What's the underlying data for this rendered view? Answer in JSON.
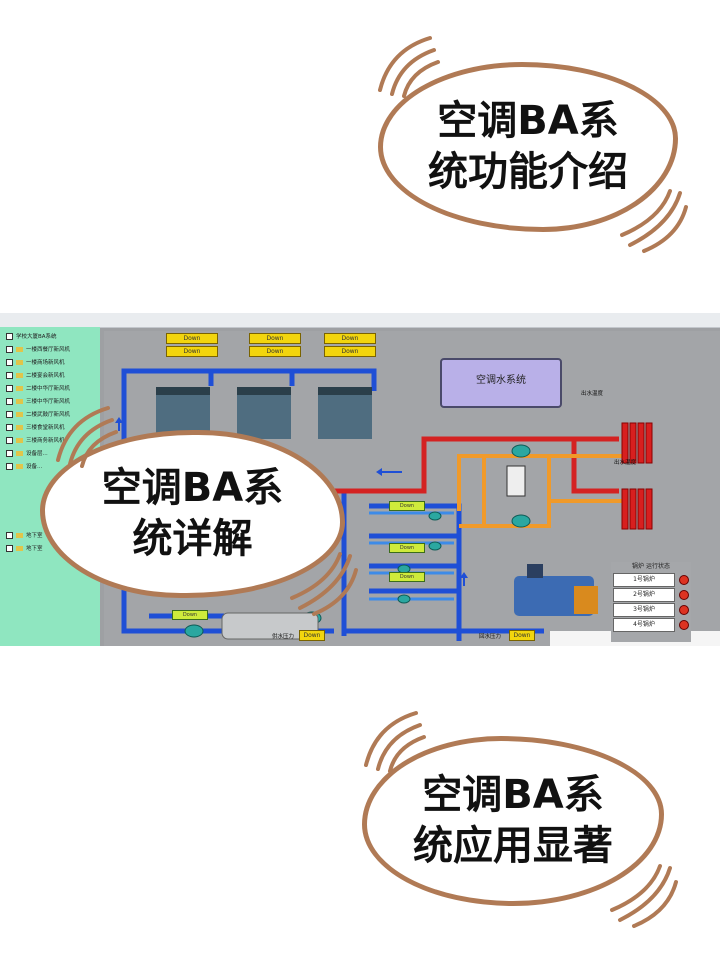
{
  "bubbles": {
    "top": {
      "line1": "空调BA系",
      "line2": "统功能介绍"
    },
    "middle": {
      "line1": "空调BA系",
      "line2": "统详解"
    },
    "bottom": {
      "line1": "空调BA系",
      "line2": "统应用显著"
    }
  },
  "colors": {
    "bubble_border": "#b07a55",
    "scada_tree_bg": "#8fe6c0",
    "scada_canvas_bg": "#a3a5a8",
    "pipe_blue": "#1f4fd6",
    "pipe_red": "#d42222",
    "pipe_orange": "#f09a2a",
    "tag_yellow": "#f2d50e",
    "status_red": "#dd3322"
  },
  "scada": {
    "tree_root": "学校大厦BA系统",
    "tree_items": [
      "一楼西餐厅新风机",
      "一楼商场新风机",
      "二楼宴会新风机",
      "二楼中华厅新风机",
      "三楼中华厅新风机",
      "二楼武鼓厅新风机",
      "三楼食堂新风机",
      "三楼商务新风机",
      "设备层...",
      "设备..."
    ],
    "tree_bottom_items": [
      "地下室",
      "地下室"
    ],
    "down_label": "Down",
    "system_title": "空调水系统",
    "supply_pressure_label": "供水压力",
    "return_pressure_label": "回水压力",
    "outlet_temp_label": "出水温度",
    "boiler_header": "锅炉 运行状态",
    "boilers": [
      "1号锅炉",
      "2号锅炉",
      "3号锅炉",
      "4号锅炉"
    ]
  }
}
